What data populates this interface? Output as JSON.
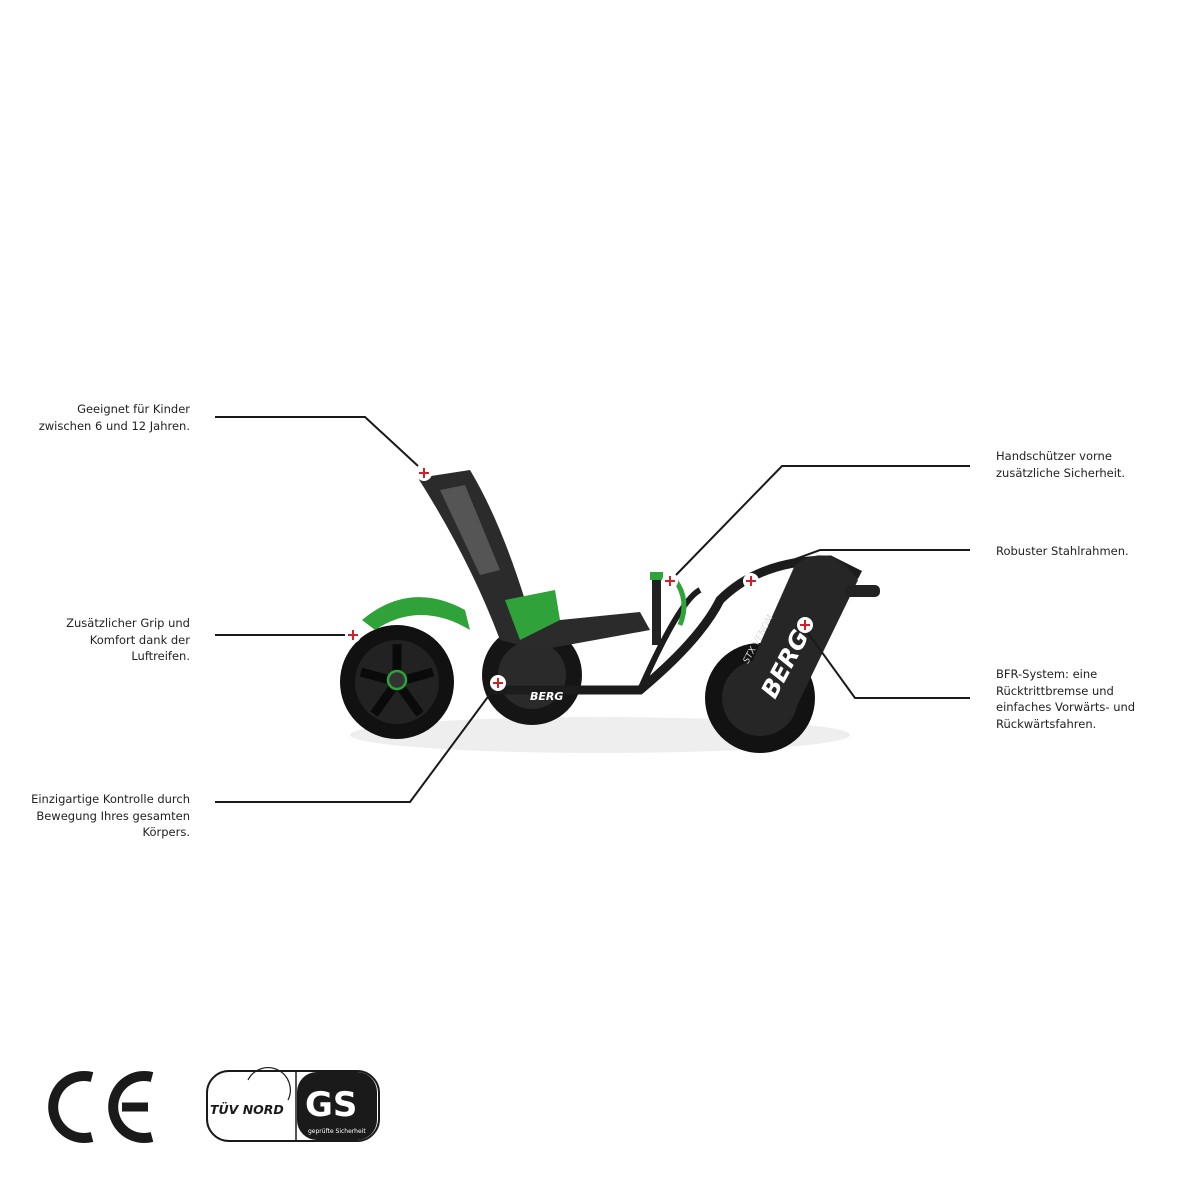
{
  "callouts": {
    "age": {
      "lines": [
        "Geeignet für Kinder",
        "zwischen 6 und 12 Jahren."
      ]
    },
    "grip": {
      "lines": [
        "Zusätzlicher Grip und",
        "Komfort dank der",
        "Luftreifen."
      ]
    },
    "control": {
      "lines": [
        "Einzigartige Kontrolle durch",
        "Bewegung Ihres gesamten",
        "Körpers."
      ]
    },
    "hand_guard": {
      "lines": [
        "Handschützer vorne",
        "zusätzliche Sicherheit."
      ]
    },
    "frame": {
      "lines": [
        "Robuster Stahlrahmen."
      ]
    },
    "bfr": {
      "lines": [
        "BFR-System: eine",
        "Rücktrittbremse und",
        "einfaches Vorwärts- und",
        "Rückwärtsfahren."
      ]
    }
  },
  "product": {
    "brand": "BERG",
    "model_text": "STX VENOM"
  },
  "certifications": {
    "ce": "CE",
    "tuv": "TÜV NORD",
    "gs": "GS",
    "gs_sub": "geprüfte Sicherheit"
  },
  "colors": {
    "accent_green": "#2fa33a",
    "marker_red": "#d0202a",
    "line": "#1a1a1a"
  }
}
